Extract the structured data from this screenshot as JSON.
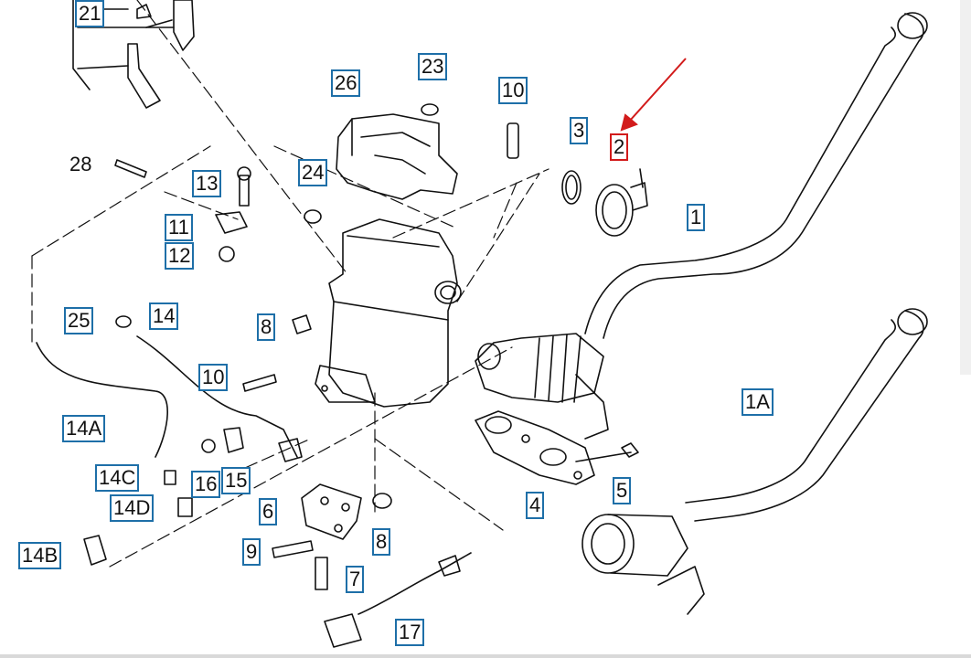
{
  "callouts": {
    "c21": "21",
    "c23": "23",
    "c26": "26",
    "c10a": "10",
    "c3": "3",
    "c2": "2",
    "c1": "1",
    "c28": "28",
    "c13": "13",
    "c24": "24",
    "c11": "11",
    "c12": "12",
    "c25": "25",
    "c14": "14",
    "c8a": "8",
    "c10b": "10",
    "c14A": "14A",
    "c1A": "1A",
    "c14C": "14C",
    "c16": "16",
    "c15": "15",
    "c14D": "14D",
    "c6": "6",
    "c8b": "8",
    "c4": "4",
    "c5": "5",
    "c14B": "14B",
    "c9": "9",
    "c7": "7",
    "c17": "17"
  },
  "highlight": {
    "part": "2",
    "color": "#d21b1b"
  },
  "colors": {
    "callout_border": "#1e6fa8",
    "line": "#111111",
    "arrow": "#d21b1b"
  }
}
